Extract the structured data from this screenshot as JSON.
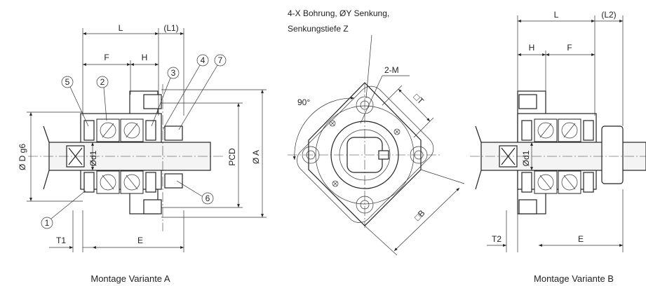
{
  "view_a": {
    "dims": {
      "L": "L",
      "L1": "(L1)",
      "F": "F",
      "H": "H",
      "D": "Ø D g6",
      "d1": "Ød1",
      "PCD": "PCD",
      "A": "Ø A",
      "T1": "T1",
      "E": "E"
    },
    "callouts": [
      "1",
      "2",
      "3",
      "4",
      "5",
      "6",
      "7"
    ],
    "caption": "Montage Variante A"
  },
  "view_front": {
    "note_line1": "4-X Bohrung, ØY Senkung,",
    "note_line2": "Senkungstiefe Z",
    "angle": "90°",
    "m_label": "2-M",
    "t_label": "□T",
    "b_label": "□B"
  },
  "view_b": {
    "dims": {
      "L": "L",
      "L2": "(L2)",
      "H": "H",
      "F": "F",
      "d1": "Ød1",
      "T2": "T2",
      "E": "E"
    },
    "caption": "Montage Variante B"
  }
}
